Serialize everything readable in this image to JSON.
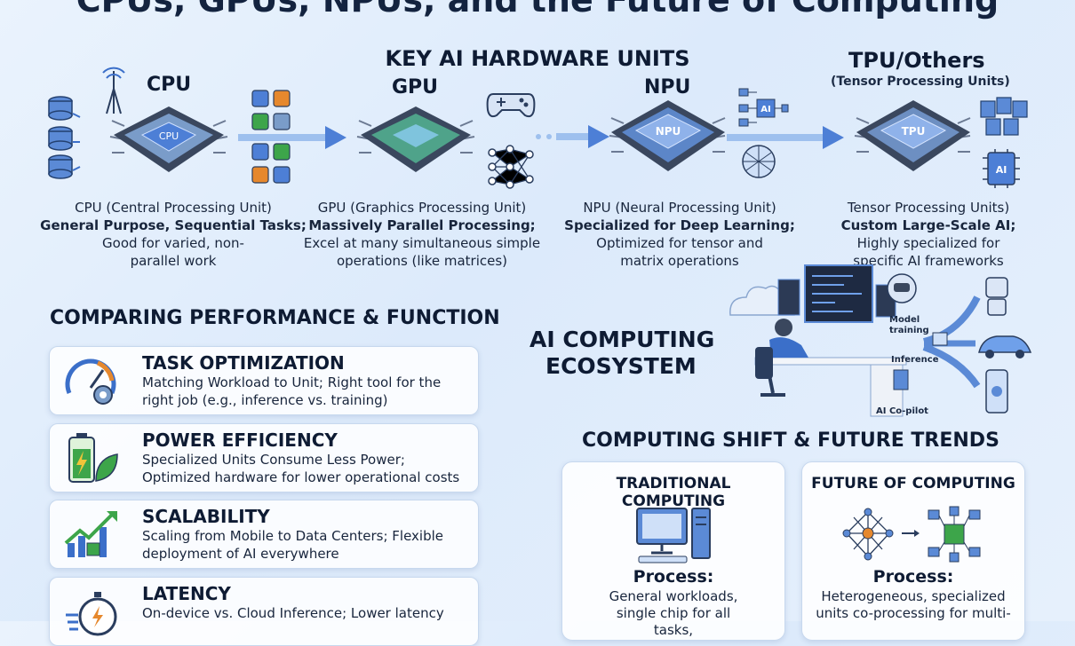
{
  "title": "CPUs, GPUs, NPUs, and the Future of Computing",
  "key_title": "KEY AI HARDWARE UNITS",
  "units": [
    {
      "label": "CPU",
      "chip_text": "CPU",
      "name": "CPU (Central Processing Unit)",
      "headline": "General Purpose, Sequential Tasks;",
      "detail": "Good for varied, non-parallel work"
    },
    {
      "label": "GPU",
      "chip_text": "",
      "name": "GPU (Graphics Processing Unit)",
      "headline": "Massively Parallel Processing;",
      "detail": "Excel at many simultaneous simple operations (like matrices)"
    },
    {
      "label": "NPU",
      "chip_text": "NPU",
      "name": "NPU (Neural Processing Unit)",
      "headline": "Specialized for Deep Learning;",
      "detail": "Optimized for tensor and matrix operations"
    },
    {
      "label": "TPU/Others",
      "sub": "(Tensor Processing Units)",
      "chip_text": "TPU",
      "name": "Tensor Processing Units)",
      "headline": "Custom Large-Scale AI;",
      "detail": "Highly specialized for specific AI frameworks"
    }
  ],
  "icon_labels": {
    "ai_box": "AI",
    "ai_chip": "AI"
  },
  "comparing": {
    "title": "COMPARING PERFORMANCE & FUNCTION",
    "cards": [
      {
        "title": "TASK OPTIMIZATION",
        "desc": "Matching Workload to Unit; Right tool for the right job (e.g., inference vs. training)",
        "icon": "gauge-gear-icon"
      },
      {
        "title": "POWER EFFICIENCY",
        "desc": "Specialized Units Consume Less Power; Optimized hardware for lower operational costs",
        "icon": "battery-leaf-icon"
      },
      {
        "title": "SCALABILITY",
        "desc": "Scaling from Mobile to Data Centers; Flexible deployment of AI everywhere",
        "icon": "growth-chart-icon"
      },
      {
        "title": "LATENCY",
        "desc": "On-device vs. Cloud Inference; Lower latency",
        "icon": "stopwatch-icon"
      }
    ]
  },
  "ecosystem": {
    "title_line1": "AI COMPUTING",
    "title_line2": "ECOSYSTEM",
    "labels": {
      "model": "Model",
      "training": "training",
      "inference": "Inference",
      "copilot": "AI Co-pilot"
    }
  },
  "trends": {
    "title": "COMPUTING SHIFT & FUTURE TRENDS",
    "traditional": {
      "title": "TRADITIONAL COMPUTING",
      "process": "Process:",
      "desc": "General workloads, single chip for all tasks,"
    },
    "future": {
      "title": "FUTURE OF COMPUTING",
      "process": "Process:",
      "desc": "Heterogeneous, specialized units co-processing for multi-"
    }
  },
  "colors": {
    "accent": "#3b6fc9",
    "chip_blue": "#4d7fd6",
    "green": "#3da54a",
    "orange": "#e6882d"
  }
}
